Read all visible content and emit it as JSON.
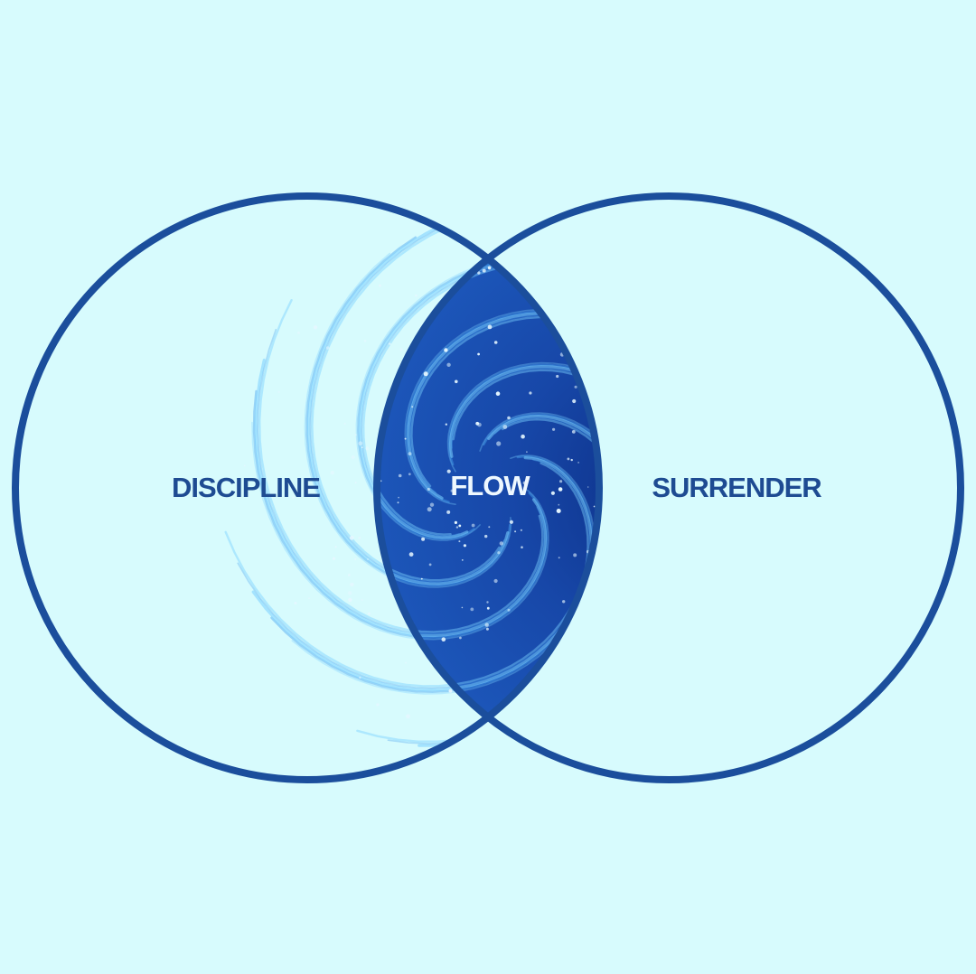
{
  "diagram": {
    "type": "venn",
    "left_set": "DISCIPLINE",
    "right_set": "SURRENDER",
    "intersection": "FLOW",
    "intersection_fill": "swirl"
  },
  "colors": {
    "background": "#d7fbfd",
    "outline": "#1b4e9c",
    "label": "#1e4b92",
    "intersection_label": "#eef8ff",
    "swirl_deep": "#0f3b94",
    "swirl_light": "#7ad0ff"
  }
}
